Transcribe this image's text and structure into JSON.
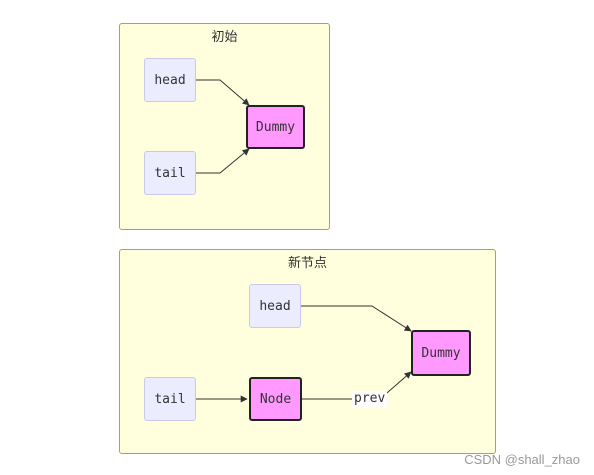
{
  "diagram": {
    "groups": [
      {
        "title": "初始",
        "nodes": {
          "head": "head",
          "tail": "tail",
          "dummy": "Dummy"
        }
      },
      {
        "title": "新节点",
        "nodes": {
          "head": "head",
          "tail": "tail",
          "node": "Node",
          "dummy": "Dummy"
        },
        "edge_label": "prev"
      }
    ],
    "colors": {
      "group_fill": "#ffffde",
      "group_border": "#aaaa33",
      "plain_node_fill": "#ececff",
      "highlight_node_fill": "#ff99ff"
    }
  },
  "watermark": "CSDN @shall_zhao"
}
